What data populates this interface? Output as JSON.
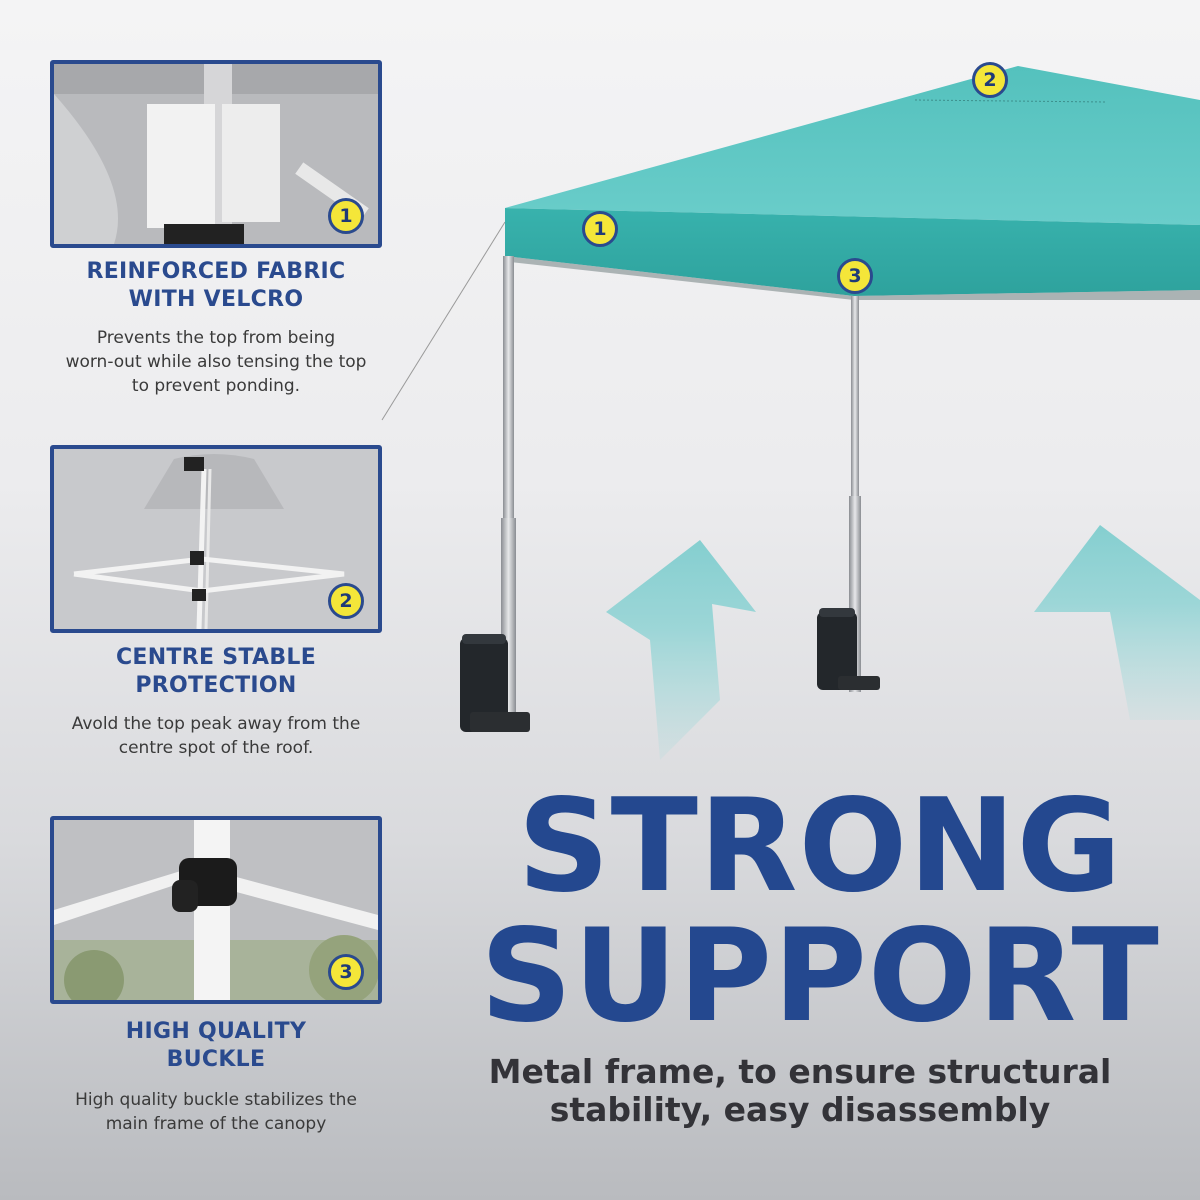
{
  "features": [
    {
      "badge": "1",
      "title_line1": "REINFORCED FABRIC",
      "title_line2": "WITH VELCRO",
      "desc_line1": "Prevents the top from being",
      "desc_line2": "worn-out while also tensing the top",
      "desc_line3": "to prevent ponding."
    },
    {
      "badge": "2",
      "title_line1": "CENTRE STABLE",
      "title_line2": "PROTECTION",
      "desc_line1": "Avold the top peak away from the",
      "desc_line2": "centre spot of the roof."
    },
    {
      "badge": "3",
      "title_line1": "HIGH QUALITY",
      "title_line2": "BUCKLE",
      "desc_line1": "High quality buckle stabilizes the",
      "desc_line2": "main frame of the canopy"
    }
  ],
  "canopy_badges": [
    "1",
    "2",
    "3"
  ],
  "headline": {
    "line1": "STRONG",
    "line2": "SUPPORT"
  },
  "subheadline": {
    "line1": "Metal frame, to ensure structural",
    "line2": "stability, easy disassembly"
  },
  "colors": {
    "brand_blue": "#2a4a8e",
    "badge_yellow": "#f4e639",
    "canopy_teal": "#5ec6c2",
    "arrow_teal": "#8fd3d4"
  },
  "icons": [
    "canopy-tent-illustration",
    "sandbag-weight-icon",
    "up-arrow-icon"
  ]
}
